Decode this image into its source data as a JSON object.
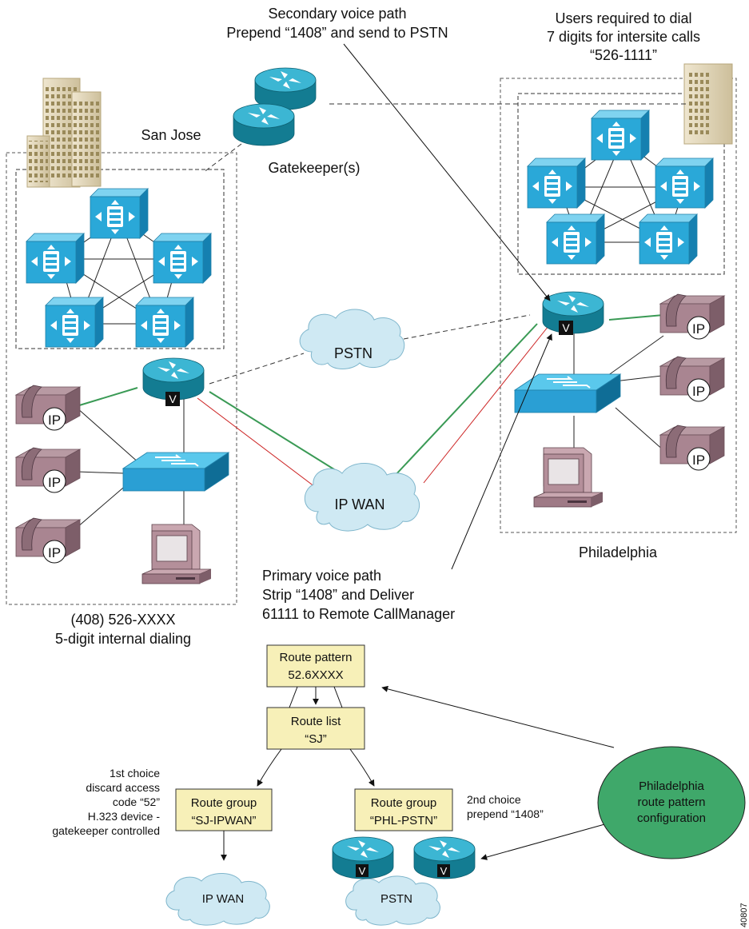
{
  "sites": {
    "san_jose": {
      "name": "San Jose",
      "numbering": "(408) 526-XXXX",
      "dialing": "5-digit internal dialing"
    },
    "philadelphia": {
      "name": "Philadelphia",
      "note_line1": "Users required to dial",
      "note_line2": "7 digits for intersite calls",
      "note_line3": "“526-1111”"
    }
  },
  "gatekeeper_label": "Gatekeeper(s)",
  "clouds": {
    "pstn_top": "PSTN",
    "ipwan_top": "IP WAN",
    "ipwan_bottom": "IP WAN",
    "pstn_bottom": "PSTN"
  },
  "secondary_path": {
    "line1": "Secondary voice path",
    "line2": "Prepend “1408” and send to PSTN"
  },
  "primary_path": {
    "line1": "Primary voice path",
    "line2": "Strip “1408” and Deliver",
    "line3": "61111 to Remote CallManager"
  },
  "phone_label": "IP",
  "gateway_badge": "V",
  "route_pattern": {
    "line1": "Route pattern",
    "line2": "52.6XXXX"
  },
  "route_list": {
    "line1": "Route list",
    "line2": "“SJ”"
  },
  "route_group_sj": {
    "line1": "Route group",
    "line2": "“SJ-IPWAN”"
  },
  "route_group_phl": {
    "line1": "Route group",
    "line2": "“PHL-PSTN”"
  },
  "first_choice": {
    "line1": "1st choice",
    "line2": "discard access",
    "line3": "code “52”",
    "line4": "H.323 device -",
    "line5": "gatekeeper controlled"
  },
  "second_choice": {
    "line1": "2nd choice",
    "line2": "prepend “1408”"
  },
  "philly_config": {
    "line1": "Philadelphia",
    "line2": "route pattern",
    "line3": "configuration"
  },
  "figure_id": "40807",
  "colors": {
    "device_blue": "#2aa8d8",
    "router_teal": "#1b8fa8",
    "cloud": "#cfe9f3",
    "box_fill": "#f7f0b8",
    "ellipse_green": "#3fa86a",
    "primary_line": "#3a9a55",
    "secondary_line": "#cc2222"
  }
}
